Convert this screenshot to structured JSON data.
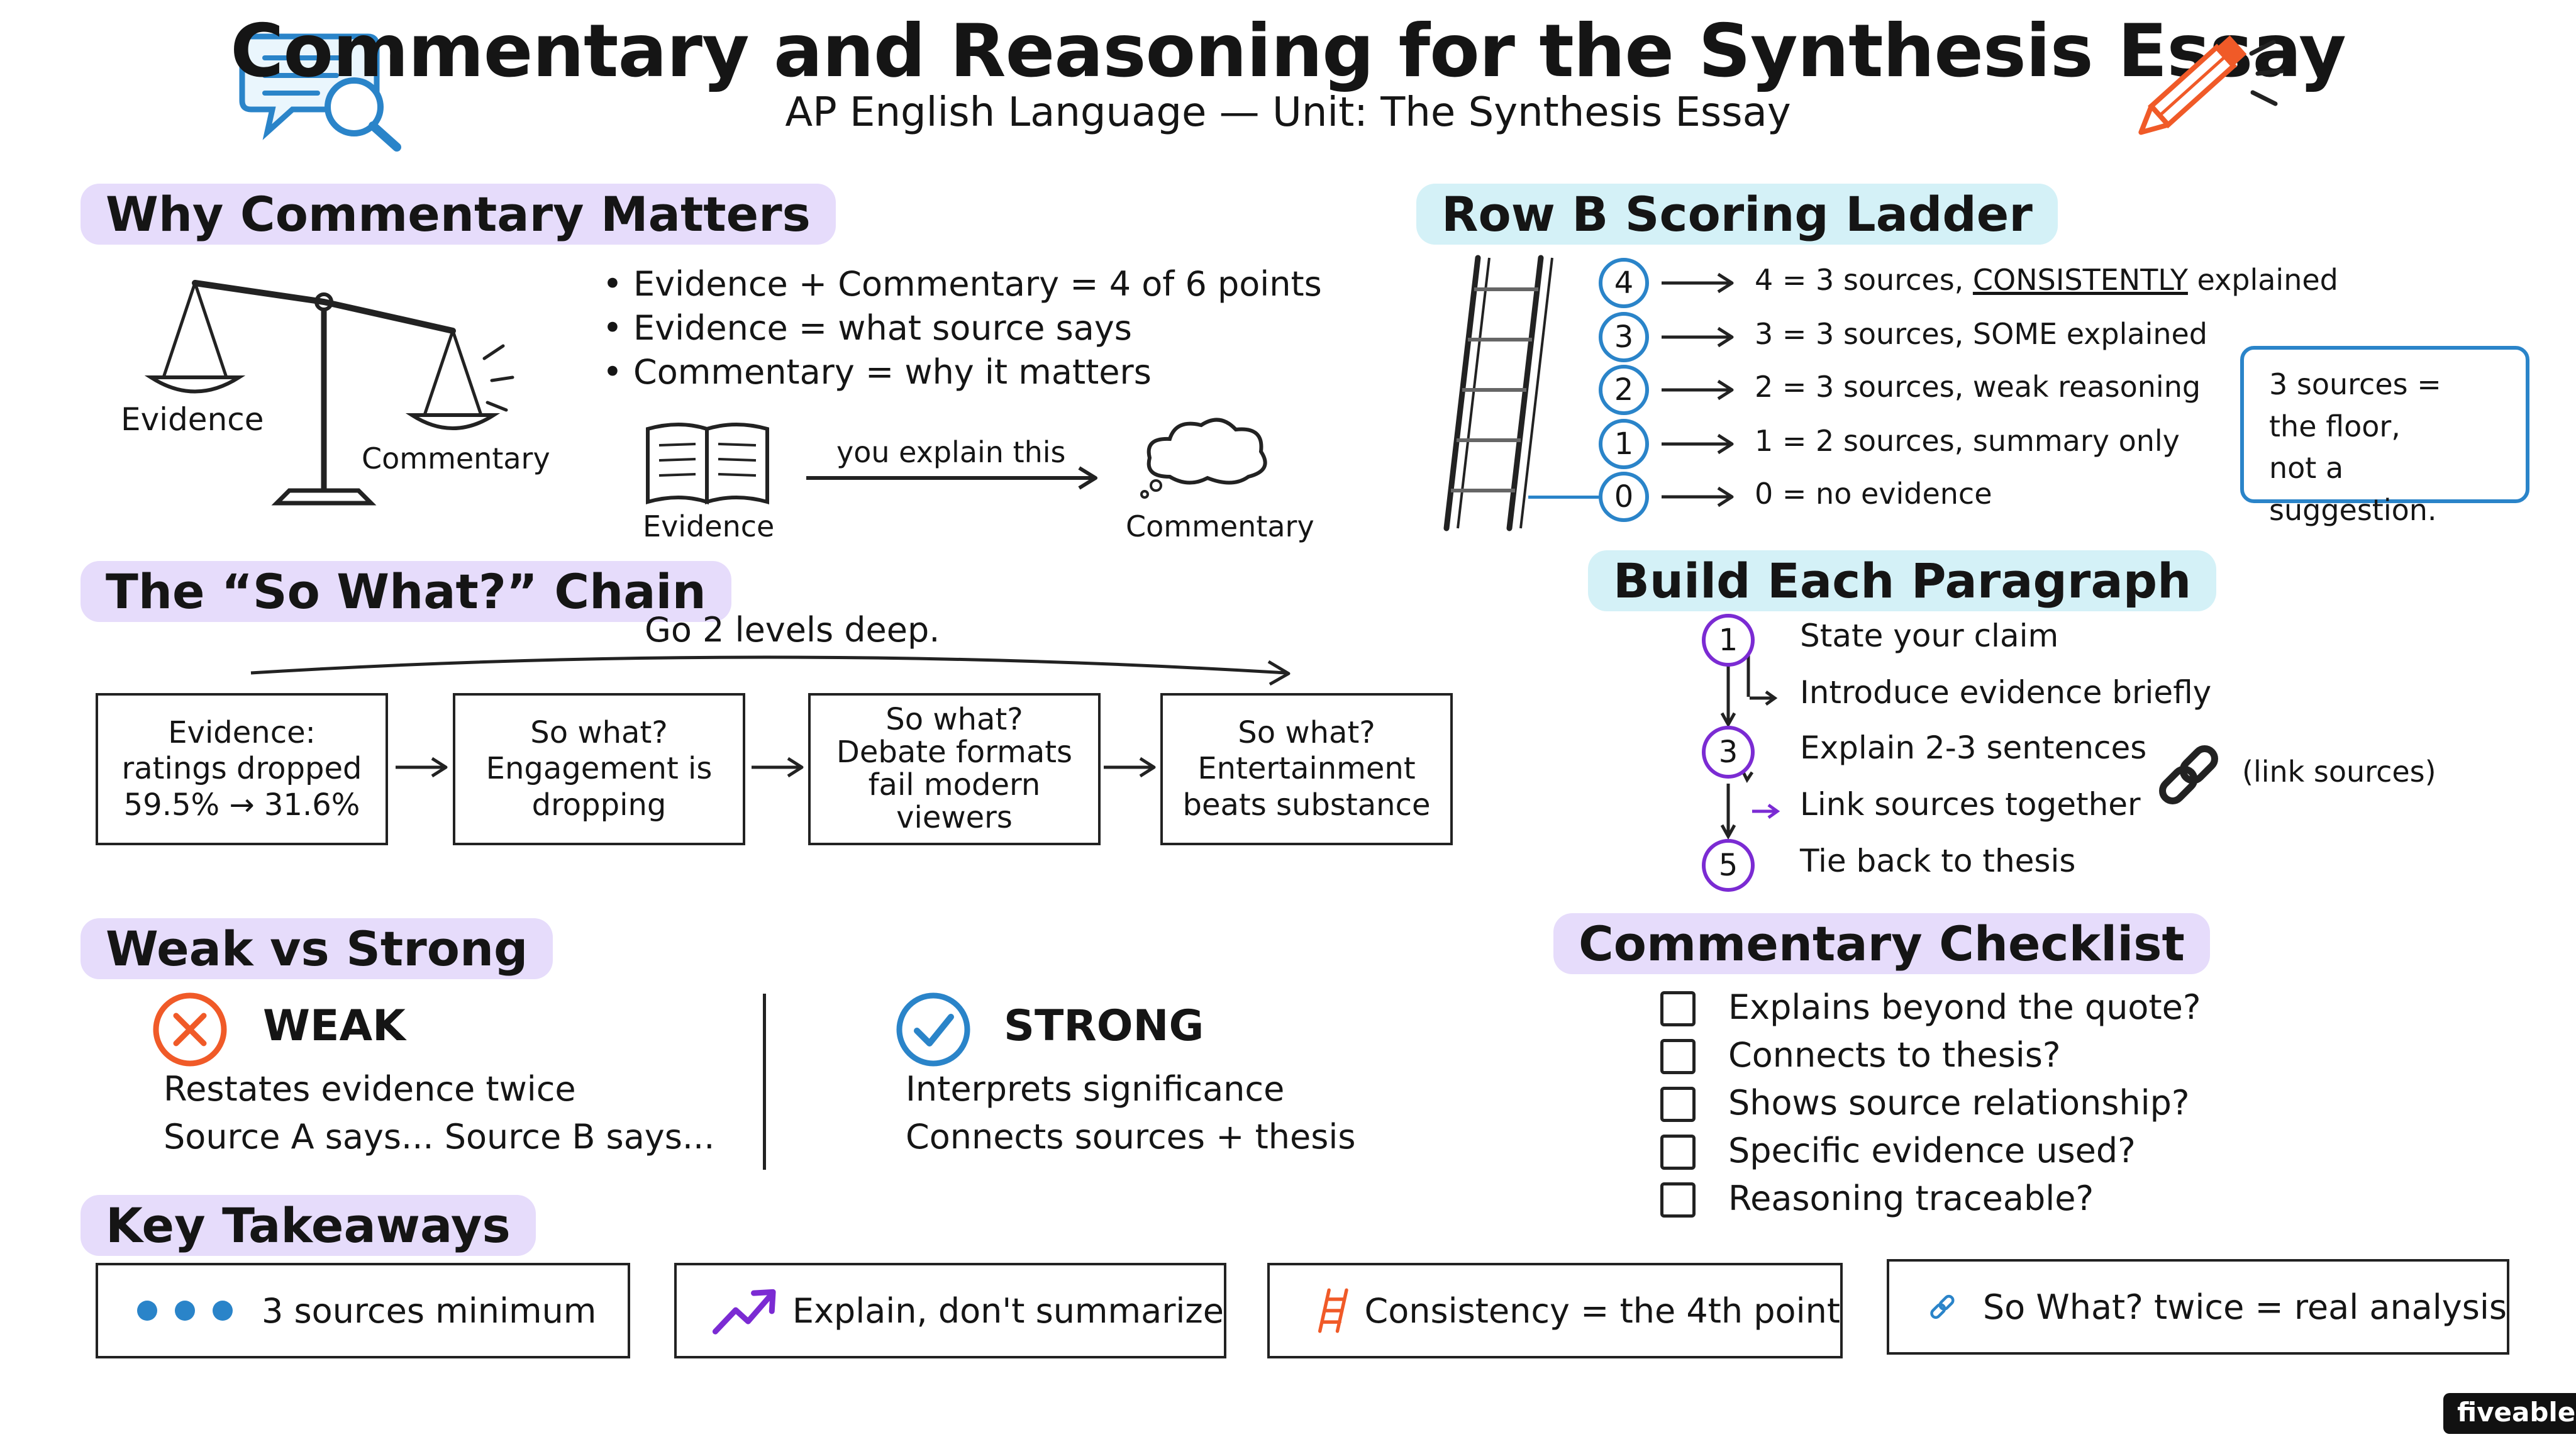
{
  "header": {
    "title": "Commentary and Reasoning for the Synthesis Essay",
    "subtitle": "AP English Language — Unit: The Synthesis Essay"
  },
  "why": {
    "heading": "Why Commentary Matters",
    "scale_left_label": "Evidence",
    "scale_right_label": "Commentary",
    "bullets": [
      "• Evidence + Commentary = 4 of 6 points",
      "• Evidence = what source says",
      "• Commentary = why it matters"
    ],
    "book_label": "Evidence",
    "arrow_label": "you explain this",
    "cloud_label": "Commentary"
  },
  "chain": {
    "heading": "The “So What?” Chain",
    "arc_label": "Go 2 levels deep.",
    "boxes": [
      [
        "Evidence:",
        "ratings dropped",
        "59.5% → 31.6%"
      ],
      [
        "So what?",
        "Engagement is",
        "dropping"
      ],
      [
        "So what?",
        "Debate formats",
        "fail modern",
        "viewers"
      ],
      [
        "So what?",
        "Entertainment",
        "beats substance"
      ]
    ]
  },
  "weak_strong": {
    "heading": "Weak vs Strong",
    "weak_title": "WEAK",
    "weak_lines": [
      "Restates evidence twice",
      "Source A says... Source B says..."
    ],
    "strong_title": "STRONG",
    "strong_lines": [
      "Interprets significance",
      "Connects sources + thesis"
    ]
  },
  "ladder": {
    "heading": "Row B Scoring Ladder",
    "rows": [
      {
        "num": "4",
        "pre": "4 = 3 sources, ",
        "em": "CONSISTENTLY",
        "post": " explained"
      },
      {
        "num": "3",
        "pre": "3 = 3 sources, SOME explained",
        "em": "",
        "post": ""
      },
      {
        "num": "2",
        "pre": "2 = 3 sources, weak reasoning",
        "em": "",
        "post": ""
      },
      {
        "num": "1",
        "pre": "1 = 2 sources, summary only",
        "em": "",
        "post": ""
      },
      {
        "num": "0",
        "pre": "0 = no evidence",
        "em": "",
        "post": ""
      }
    ],
    "note": [
      "3 sources =",
      "the floor,",
      "not a suggestion."
    ]
  },
  "build": {
    "heading": "Build Each Paragraph",
    "steps": [
      {
        "num": "1",
        "text": "State your claim"
      },
      {
        "num": "",
        "text": "Introduce evidence briefly"
      },
      {
        "num": "3",
        "text": "Explain 2-3 sentences"
      },
      {
        "num": "",
        "text": "Link sources together"
      },
      {
        "num": "5",
        "text": "Tie back to thesis"
      }
    ],
    "link_label": "(link sources)"
  },
  "checklist": {
    "heading": "Commentary Checklist",
    "items": [
      "Explains beyond the quote?",
      "Connects to thesis?",
      "Shows source relationship?",
      "Specific evidence used?",
      "Reasoning traceable?"
    ]
  },
  "takeaways": {
    "heading": "Key Takeaways",
    "items": [
      "3 sources minimum",
      "Explain, don't summarize",
      "Consistency = the 4th point",
      "So What? twice = real analysis"
    ]
  },
  "brand": {
    "logo": "fiveable"
  },
  "colors": {
    "purple": "#7b2bd3",
    "blue": "#2a84c9",
    "orange": "#f05a28",
    "highlight_purple": "#e6dcfb",
    "highlight_blue": "#d4f1f7"
  }
}
